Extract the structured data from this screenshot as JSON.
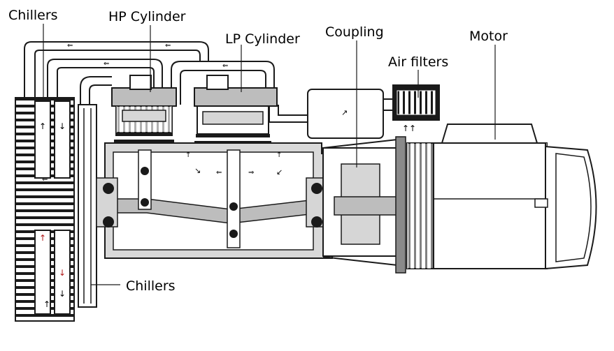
{
  "labels": {
    "chillers_top": "Chillers",
    "hp_cylinder": "HP Cylinder",
    "lp_cylinder": "LP Cylinder",
    "coupling": "Coupling",
    "air_filters": "Air filters",
    "motor": "Motor",
    "chillers_bottom": "Chillers"
  },
  "colors": {
    "line": "#1a1a1a",
    "body_fill": "#d6d6d6",
    "dark_fill": "#8a8a8a",
    "pipe_fill": "#ffffff",
    "arrow_red": "#b01818",
    "background": "#ffffff"
  }
}
